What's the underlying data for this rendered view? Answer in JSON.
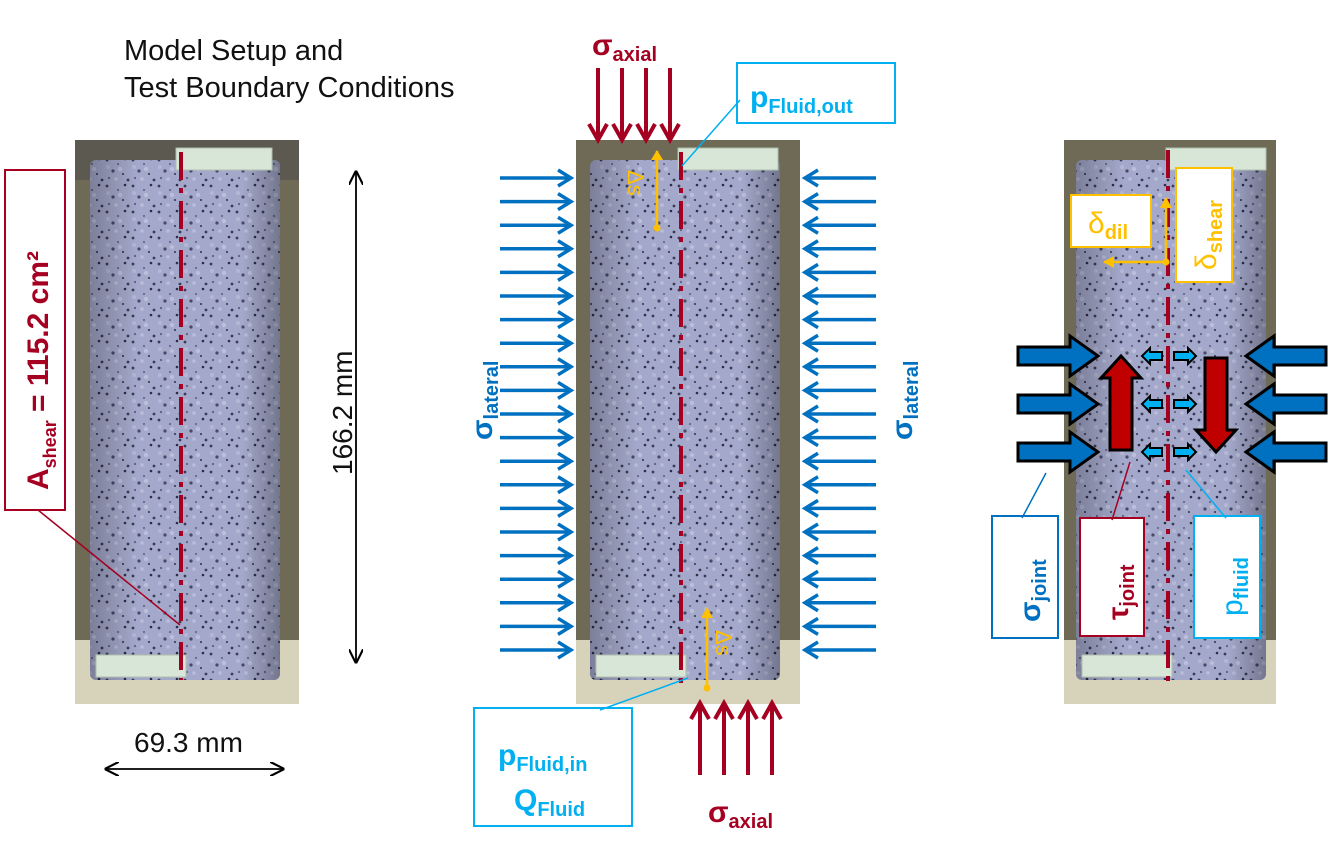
{
  "title": {
    "line1": "Model Setup and",
    "line2": "Test Boundary Conditions"
  },
  "left_panel": {
    "area_symbol": "A",
    "area_sub": "shear",
    "area_rest": " = 115.2 cm²",
    "height_label": "166.2 mm",
    "width_label": "69.3 mm"
  },
  "middle_panel": {
    "axial_sym": "σ",
    "axial_sub": "axial",
    "lateral_sym": "σ",
    "lateral_sub": "lateral",
    "delta_s": "Δs",
    "p_out_sym": "p",
    "p_out_sub": "Fluid,out",
    "p_in_sym": "p",
    "p_in_sub": "Fluid,in",
    "q_sym": "Q",
    "q_sub": "Fluid"
  },
  "right_panel": {
    "dil_sym": "δ",
    "dil_sub": "dil",
    "shear_sym": "δ",
    "shear_sub": "shear",
    "joint_sigma_sym": "σ",
    "joint_sigma_sub": "joint",
    "joint_tau_sym": "τ",
    "joint_tau_sub": "joint",
    "fluid_sym": "p",
    "fluid_sub": "fluid"
  },
  "colors": {
    "red": "#a50021",
    "blue": "#0070c0",
    "cyan": "#00b0f0",
    "orange": "#ffc000",
    "rock": "#9aa0c4",
    "base": "#c8c4a8"
  }
}
